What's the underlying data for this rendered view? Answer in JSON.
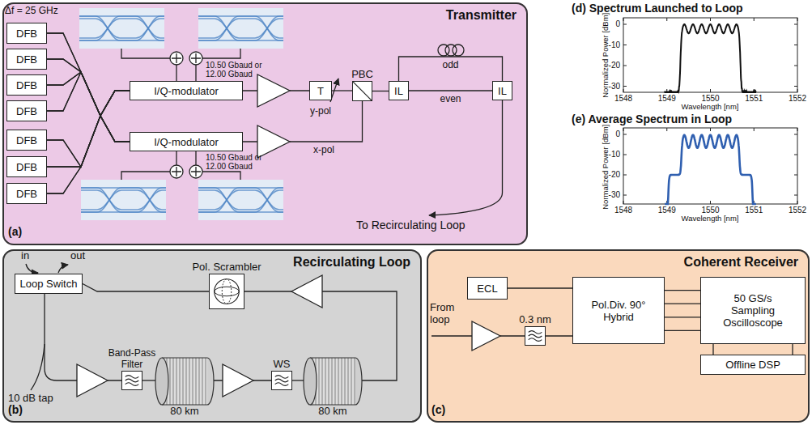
{
  "diagram": {
    "nodes": [
      {
        "text": [
          "Transmitter"
        ]
      },
      {
        "text": [
          "DFB"
        ],
        "in": 0
      },
      {
        "text": [
          "DFB"
        ],
        "in": 0
      },
      {
        "text": [
          "DFB"
        ],
        "in": 0
      },
      {
        "text": [
          "DFB"
        ],
        "in": 0
      },
      {
        "text": [
          "DFB"
        ],
        "in": 0
      },
      {
        "text": [
          "DFB"
        ],
        "in": 0
      },
      {
        "text": [
          "DFB"
        ],
        "in": 0
      },
      {
        "text": [
          "I/Q-modulator"
        ],
        "in": 0
      },
      {
        "text": [
          "I/Q-modulator"
        ],
        "in": 0
      },
      {
        "text": [
          "T"
        ],
        "in": 0
      },
      {
        "text": [
          "PBC"
        ],
        "in": 0
      },
      {
        "text": [
          "IL"
        ],
        "in": 0
      },
      {
        "text": [
          "IL"
        ],
        "in": 0
      },
      {
        "text": [
          "Recirculating Loop"
        ]
      },
      {
        "text": [
          "Loop Switch"
        ],
        "in": 14
      },
      {
        "text": [
          "Pol. Scrambler"
        ],
        "in": 14
      },
      {
        "text": [
          "Band-Pass Filter"
        ],
        "in": 14
      },
      {
        "text": [
          "80 km"
        ],
        "in": 14
      },
      {
        "text": [
          "WS"
        ],
        "in": 14
      },
      {
        "text": [
          "80 km"
        ],
        "in": 14
      },
      {
        "text": [
          "Coherent Receiver"
        ]
      },
      {
        "text": [
          "ECL"
        ],
        "in": 21
      },
      {
        "text": [
          "0.3 nm"
        ],
        "in": 21
      },
      {
        "text": [
          "Pol.Div. 90° Hybrid"
        ],
        "in": 21
      },
      {
        "text": [
          "50 GS/s Sampling Oscilloscope"
        ],
        "in": 21
      },
      {
        "text": [
          "Offline DSP"
        ],
        "in": 21
      }
    ],
    "edges": [
      {
        "from": 1,
        "to": 8,
        "arrow": "none"
      },
      {
        "from": 1,
        "to": 9,
        "arrow": "none"
      },
      {
        "from": 2,
        "to": 8,
        "arrow": "none"
      },
      {
        "from": 2,
        "to": 9,
        "arrow": "none"
      },
      {
        "from": 3,
        "to": 8,
        "arrow": "none"
      },
      {
        "from": 3,
        "to": 9,
        "arrow": "none"
      },
      {
        "from": 4,
        "to": 8,
        "arrow": "none"
      },
      {
        "from": 4,
        "to": 9,
        "arrow": "none"
      },
      {
        "from": 5,
        "to": 8,
        "arrow": "none"
      },
      {
        "from": 5,
        "to": 9,
        "arrow": "none"
      },
      {
        "from": 6,
        "to": 8,
        "arrow": "none"
      },
      {
        "from": 6,
        "to": 9,
        "arrow": "none"
      },
      {
        "from": 7,
        "to": 8,
        "arrow": "none"
      },
      {
        "from": 7,
        "to": 9,
        "arrow": "none"
      },
      {
        "from": 10,
        "to": 11,
        "arrow": "none"
      },
      {
        "from": 11,
        "to": 12,
        "arrow": "none"
      },
      {
        "from": 12,
        "to": 13,
        "arrow": "none",
        "label": "odd"
      },
      {
        "from": 12,
        "to": 13,
        "arrow": "none",
        "label": "even"
      },
      {
        "from": 16,
        "to": 15,
        "arrow": "none"
      },
      {
        "from": 17,
        "to": 18,
        "arrow": "none"
      },
      {
        "from": 19,
        "to": 20,
        "arrow": "none"
      },
      {
        "from": 22,
        "to": 24,
        "arrow": "none"
      },
      {
        "from": 23,
        "to": 24,
        "arrow": "none"
      },
      {
        "from": 24,
        "to": 25,
        "arrow": "none"
      },
      {
        "from": 24,
        "to": 25,
        "arrow": "none"
      },
      {
        "from": 24,
        "to": 25,
        "arrow": "none"
      },
      {
        "from": 24,
        "to": 25,
        "arrow": "none"
      },
      {
        "from": 25,
        "to": 26,
        "arrow": "none"
      }
    ],
    "labels": [
      "Δf = 25 GHz",
      "(a)",
      "10.50 Gbaud or 12.00 Gbaud",
      "10.50 Gbaud or 12.00 Gbaud",
      "y-pol",
      "x-pol",
      "To Recirculating Loop",
      "(b)",
      "in",
      "out",
      "10 dB tap",
      "(c)",
      "From loop",
      "(d) Spectrum Launched to Loop",
      "Normalized Power [dBm]",
      "0",
      "-10",
      "-20",
      "-30",
      "1548",
      "1549",
      "1550",
      "1551",
      "1552",
      "Wavelength [nm]",
      "(e) Average Spectrum in Loop",
      "Normalized Power [dBm]",
      "0",
      "-10",
      "-20",
      "-30",
      "1548",
      "1549",
      "1550",
      "1551",
      "1552",
      "Wavelength [nm]"
    ]
  }
}
